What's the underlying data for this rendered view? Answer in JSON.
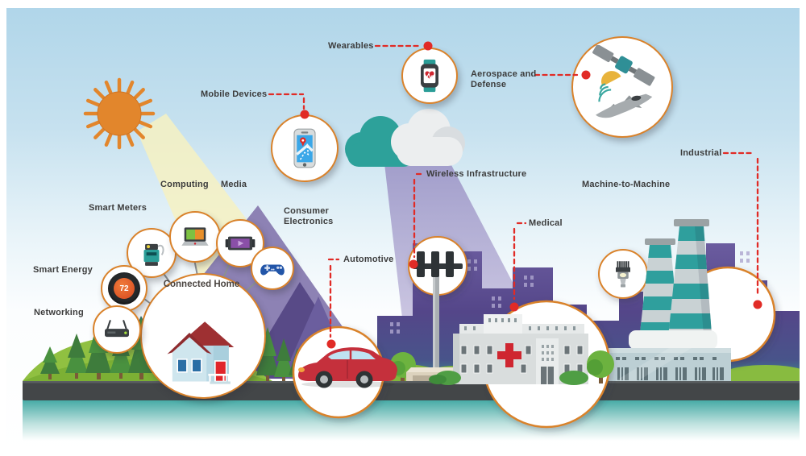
{
  "labels": {
    "wearables": "Wearables",
    "mobile_devices": "Mobile Devices",
    "aerospace": [
      "Aerospace and",
      "Defense"
    ],
    "computing": "Computing",
    "media": "Media",
    "smart_meters": "Smart Meters",
    "consumer_electronics": [
      "Consumer",
      "Electronics"
    ],
    "smart_energy": "Smart Energy",
    "networking": "Networking",
    "connected_home": "Connected Home",
    "automotive": "Automotive",
    "wireless_infrastructure": "Wireless Infrastructure",
    "medical": "Medical",
    "machine_to_machine": "Machine-to-Machine",
    "industrial": "Industrial"
  },
  "thermostat": {
    "temperature": "72"
  },
  "colors": {
    "spot_ring_orange": "#d9822b",
    "connector_red": "#e12b26",
    "sun_orange": "#e2862c",
    "cloud_teal": "#2da19a",
    "skyline_purple": "#584a87",
    "hill_green": "#8fbf3f",
    "road_gray": "#434648",
    "water_teal": "#3fa7a2",
    "house_roof_red": "#9e3032",
    "smokestack_teal": "#2f9f9d"
  },
  "icons": {
    "wearables": "smartwatch-heart-icon",
    "mobile_devices": "smartphone-map-icon",
    "aerospace": "satellite-jet-icon",
    "connected_home": "house-icon",
    "smart_meters": "utility-meter-icon",
    "computing": "laptop-icon",
    "media": "tv-play-icon",
    "consumer_electronics": "gamepad-icon",
    "smart_energy": "thermostat-icon",
    "networking": "router-icon",
    "automotive": "car-icon",
    "wireless_infrastructure": "cell-tower-icon",
    "medical": "hospital-icon",
    "machine_to_machine": "connector-icon",
    "industrial": "factory-icon",
    "scenery": [
      "sun-icon",
      "cloud-icon",
      "pine-tree-icon"
    ]
  }
}
